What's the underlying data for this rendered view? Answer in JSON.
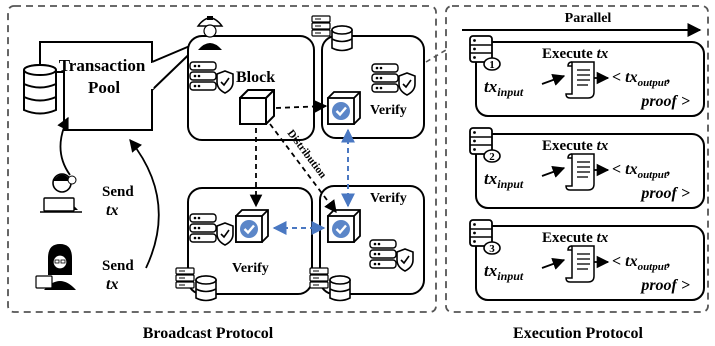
{
  "broadcast": {
    "title": "Broadcast Protocol",
    "pool_line1": "Transaction",
    "pool_line2": "Pool",
    "block_label": "Block",
    "distribution_label": "Distribution",
    "verify_label": "Verify",
    "send_label": "Send",
    "tx_label": "tx"
  },
  "execution": {
    "title": "Execution Protocol",
    "parallel_label": "Parallel",
    "execute_label": "Execute",
    "tx_italic": "tx",
    "tx_input_base": "tx",
    "tx_input_sub": "input",
    "output_prefix": "< tx",
    "output_sub": "output",
    "proof_line": "proof >",
    "node_numbers": [
      "1",
      "2",
      "3"
    ]
  },
  "colors": {
    "stroke": "#000000",
    "dashed_frame": "#555555",
    "accent_blue": "#4a78c2",
    "cube_face": "#5b86c8"
  }
}
